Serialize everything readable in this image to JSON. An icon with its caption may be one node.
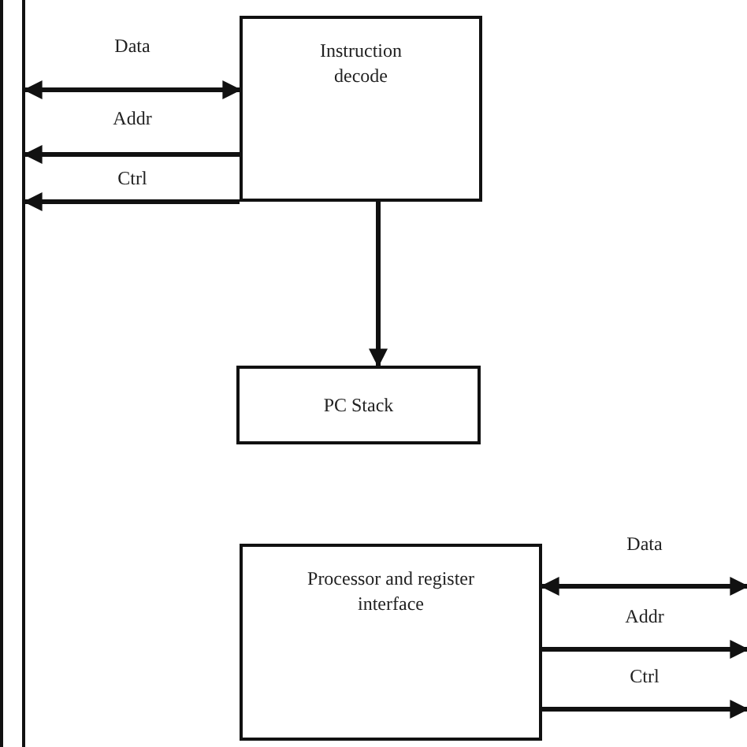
{
  "diagram": {
    "nodes": [
      {
        "text": [],
        "shape": "bar"
      },
      {
        "text": [
          "Instruction decode"
        ]
      },
      {
        "text": [
          "PC Stack"
        ]
      },
      {
        "text": [
          "Processor and register interface"
        ]
      }
    ],
    "edges": [
      {
        "from": 0,
        "to": 1,
        "arrow": "both",
        "label": "Data"
      },
      {
        "from": 1,
        "to": 0,
        "arrow": "to",
        "label": "Addr"
      },
      {
        "from": 1,
        "to": 0,
        "arrow": "to",
        "label": "Ctrl"
      },
      {
        "from": 1,
        "to": 2,
        "arrow": "to"
      },
      {
        "from": 3,
        "to": null,
        "arrow": "both",
        "label": "Data"
      },
      {
        "from": 3,
        "to": null,
        "arrow": "to",
        "label": "Addr"
      },
      {
        "from": 3,
        "to": null,
        "arrow": "to",
        "label": "Ctrl"
      }
    ]
  }
}
